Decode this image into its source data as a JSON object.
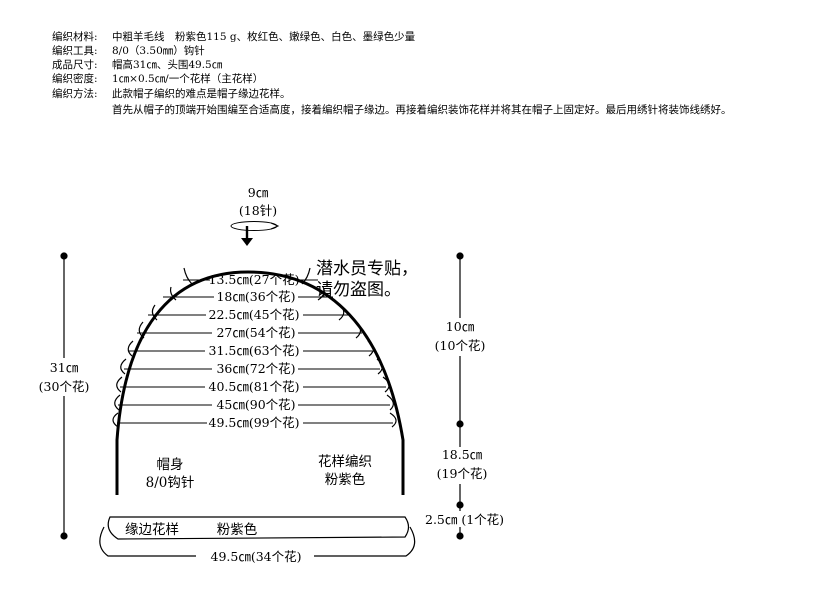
{
  "info": [
    {
      "label": "编织材料:",
      "value": "中粗羊毛线　粉紫色115 g、枚红色、嫩绿色、白色、墨绿色少量"
    },
    {
      "label": "编织工具:",
      "value": "8/0（3.50㎜）钩针"
    },
    {
      "label": "成品尺寸:",
      "value": "帽高31㎝、头围49.5㎝"
    },
    {
      "label": "编织密度:",
      "value": "1㎝×0.5㎝/一个花样（主花样）"
    },
    {
      "label": "编织方法:",
      "value": "此款帽子编织的难点是帽子缘边花样。"
    }
  ],
  "method_detail": "首先从帽子的顶端开始围编至合适高度，接着编织帽子缘边。再接着编织装饰花样并将其在帽子上固定好。最后用绣针将装饰线绣好。",
  "diagram": {
    "top_cm": "9㎝",
    "top_stitches": "(18针)",
    "rows": [
      "13.5㎝(27个花)",
      "18㎝(36个花)",
      "22.5㎝(45个花)",
      "27㎝(54个花)",
      "31.5㎝(63个花)",
      "36㎝(72个花)",
      "40.5㎝(81个花)",
      "45㎝(90个花)",
      "49.5㎝(99个花)"
    ],
    "body_label": "帽身",
    "hook_label": "8/0钩针",
    "pattern_label": "花样编织",
    "color_label": "粉紫色",
    "edge_pattern": "缘边花样",
    "edge_color": "粉紫色",
    "bottom_measure": "49.5㎝(34个花)",
    "left_cm": "31㎝",
    "left_flowers": "(30个花)",
    "right_top_cm": "10㎝",
    "right_top_flowers": "(10个花)",
    "right_mid_cm": "18.5㎝",
    "right_mid_flowers": "(19个花)",
    "right_bottom": "2.5㎝ (1个花)",
    "watermark_line1": "潜水员专贴，",
    "watermark_line2": "请勿盗图。"
  }
}
